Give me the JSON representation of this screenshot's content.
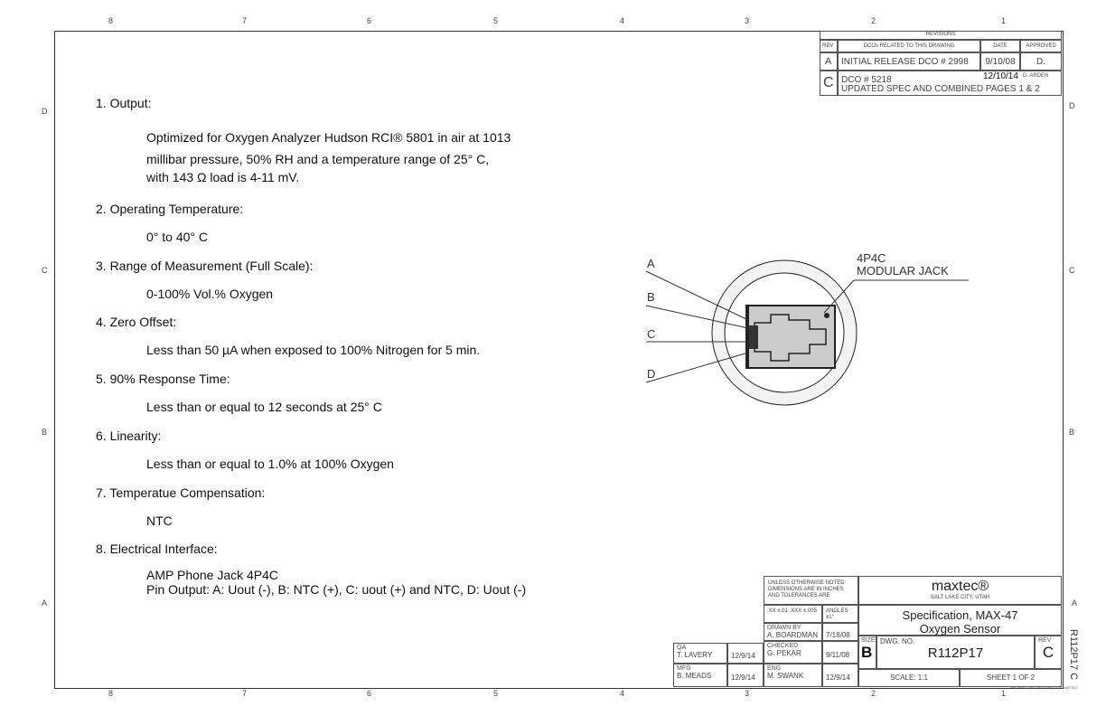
{
  "zones": {
    "top": [
      "8",
      "7",
      "6",
      "5",
      "4",
      "3",
      "2",
      "1"
    ],
    "side": [
      "D",
      "C",
      "B",
      "A"
    ]
  },
  "sections": [
    {
      "heading": "1. Output:",
      "lines": [
        "Optimized for Oxygen Analyzer Hudson RCI® 5801 in air at 1013",
        "millibar pressure, 50% RH and a temperature range of 25° C,",
        "with 143 Ω  load is 4-11 mV."
      ]
    },
    {
      "heading": "2. Operating Temperature:",
      "lines": [
        "0° to 40° C"
      ]
    },
    {
      "heading": "3. Range of Measurement (Full Scale):",
      "lines": [
        "0-100% Vol.% Oxygen"
      ]
    },
    {
      "heading": "4. Zero Offset:",
      "lines": [
        "Less than 50 µA when exposed to 100% Nitrogen for 5 min."
      ]
    },
    {
      "heading": "5. 90% Response Time:",
      "lines": [
        "Less than or equal to 12 seconds at 25° C"
      ]
    },
    {
      "heading": "6. Linearity:",
      "lines": [
        "Less than or equal to 1.0% at 100% Oxygen"
      ]
    },
    {
      "heading": "7.  Temperatue Compensation:",
      "lines": [
        "NTC"
      ]
    },
    {
      "heading": "8.  Electrical Interface:",
      "lines": [
        "AMP Phone Jack 4P4C",
        "Pin Output:  A: Uout (-), B: NTC (+), C: uout (+) and NTC, D: Uout (-)"
      ]
    }
  ],
  "diagram": {
    "pins": [
      "A",
      "B",
      "C",
      "D"
    ],
    "label_1": "4P4C",
    "label_2": "MODULAR JACK"
  },
  "revisions": {
    "title": "REVISIONS",
    "headers": [
      "REV",
      "DCOs RELATED TO THIS DRAWING",
      "DATE",
      "APPROVED"
    ],
    "rows": [
      {
        "rev": "A",
        "desc": "INITIAL RELEASE DCO # 2998",
        "date": "9/10/08",
        "approved": "D."
      },
      {
        "rev": "C",
        "desc": "DCO # 5218",
        "desc2": "UPDATED SPEC AND COMBINED PAGES 1 & 2",
        "date": "12/10/14",
        "approved": "D. ARDEN"
      }
    ]
  },
  "title_block": {
    "company": "maxtec®",
    "company_sub": "SALT LAKE CITY, UTAH",
    "title_1": "Specification, MAX-47",
    "title_2": "Oxygen Sensor",
    "tolerance_note": "UNLESS OTHERWISE NOTED DIMENSIONS ARE IN INCHES AND TOLERANCES ARE",
    "tol": ".XX ±.01  .XXX ±.005",
    "angles": "ANGLES ±1°",
    "drawn_label": "DRAWN BY",
    "drawn": "A. BOARDMAN",
    "drawn_date": "7/18/08",
    "checked_label": "CHECKED",
    "checked": "G. PEKAR",
    "checked_date": "9/11/08",
    "eng_label": "ENG",
    "eng": "M. SWANK",
    "eng_date": "12/9/14",
    "qa_label": "QA",
    "qa": "T. LAVERY",
    "qa_date": "12/9/14",
    "mfg_label": "MFG",
    "mfg": "B. MEADS",
    "mfg_date": "12/9/14",
    "size_label": "SIZE",
    "size": "B",
    "dwg_label": "DWG. NO.",
    "dwg": "R112P17",
    "rev_label": "REV",
    "rev": "C",
    "scale": "SCALE: 1:1",
    "sheet": "SHEET 1 OF 2",
    "proprietary": "PROPRIETARY INFORMATION MAXTEC",
    "side_code": "R112P17 C"
  }
}
